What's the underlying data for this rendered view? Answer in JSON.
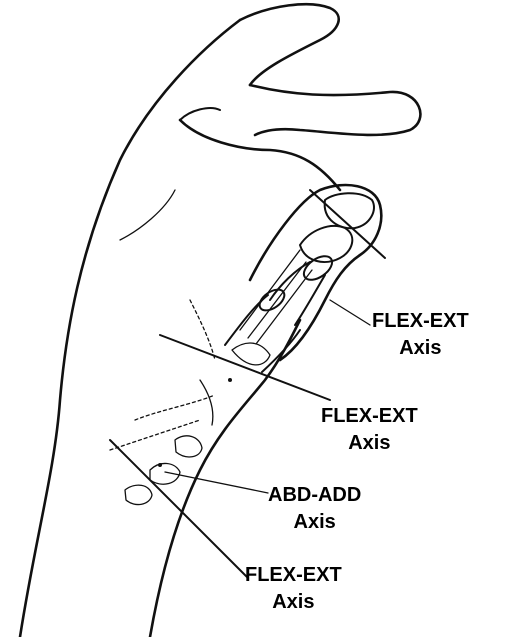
{
  "labels": [
    {
      "title": "FLEX-EXT",
      "sub": "Axis"
    },
    {
      "title": "FLEX-EXT",
      "sub": "Axis"
    },
    {
      "title": "ABD-ADD",
      "sub": "Axis"
    },
    {
      "title": "FLEX-EXT",
      "sub": "Axis"
    }
  ],
  "colors": {
    "ink": "#111111",
    "background": "#ffffff"
  },
  "icons": {
    "illustration": "hand-thumb-bones-line-drawing"
  }
}
